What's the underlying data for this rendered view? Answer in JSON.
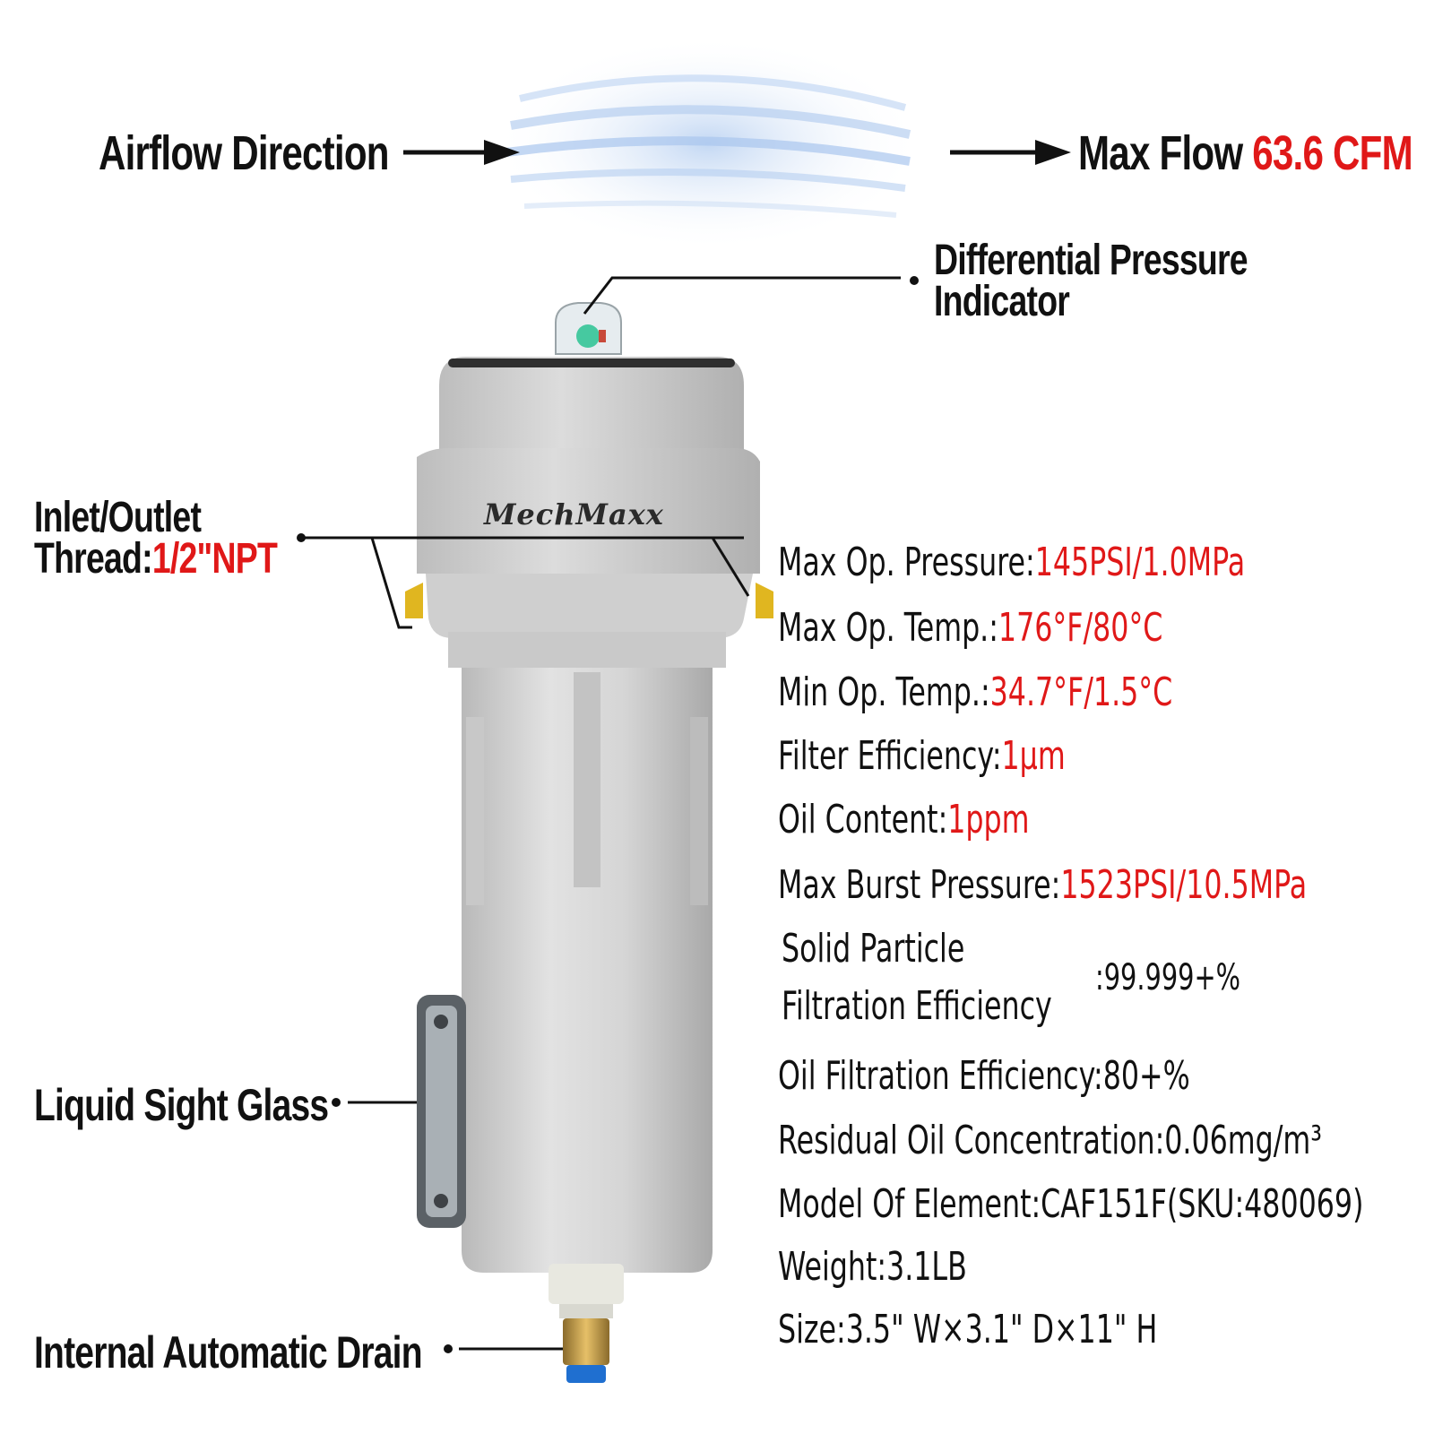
{
  "airflow": {
    "label": "Airflow Direction",
    "max_flow_label": "Max Flow ",
    "max_flow_value": "63.6 CFM"
  },
  "callouts": {
    "dp_indicator_line1": "Differential Pressure",
    "dp_indicator_line2": "Indicator",
    "inlet_line1": "Inlet/Outlet",
    "inlet_line2_label": "Thread:",
    "inlet_line2_value": "1/2\"NPT",
    "sight_glass": "Liquid Sight Glass",
    "drain": "Internal Automatic Drain"
  },
  "brand": "MechMaxx",
  "specs": [
    {
      "label": "Max Op. Pressure:",
      "value": "145PSI/1.0MPa"
    },
    {
      "label": "Max Op. Temp.:",
      "value": "176°F/80°C"
    },
    {
      "label": "Min Op. Temp.:",
      "value": "34.7°F/1.5°C"
    },
    {
      "label": "Filter Efficiency:",
      "value": "1μm"
    },
    {
      "label": "Oil Content:",
      "value": "1ppm"
    },
    {
      "label": "Max Burst Pressure:",
      "value": "1523PSI/10.5MPa"
    }
  ],
  "solid_particle": {
    "line1": "Solid Particle",
    "line2": "Filtration Efficiency",
    "value": ":99.999+%"
  },
  "specs_plain": [
    "Oil Filtration Efficiency:80+%",
    "Residual Oil Concentration:0.06mg/m³",
    "Model Of Element:CAF151F(SKU:480069)",
    "Weight:3.1LB",
    "Size:3.5\" W×3.1\" D×11\" H"
  ],
  "colors": {
    "accent": "#e01818",
    "body": "#d3d3d3"
  }
}
